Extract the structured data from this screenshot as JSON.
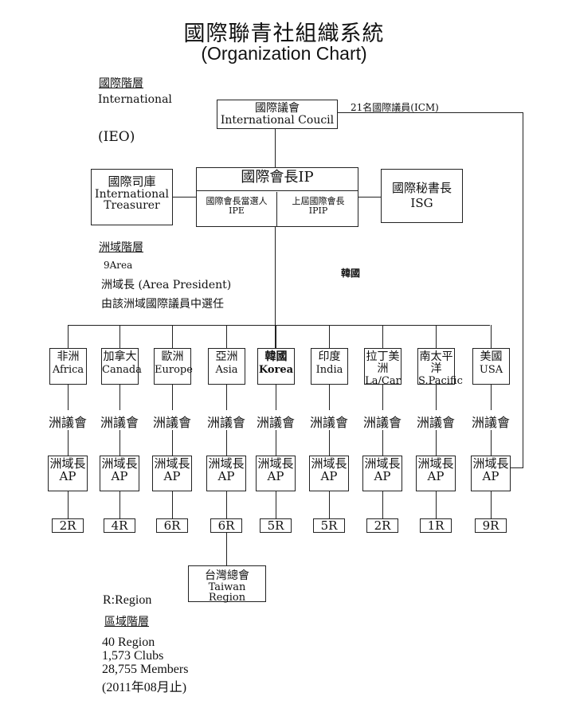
{
  "title": {
    "zh": "國際聯青社組織系統",
    "en": "(Organization Chart)"
  },
  "international_level": {
    "zh": "國際階層",
    "en": "International",
    "abbr": "(IEO)"
  },
  "icm_note": "21名國際議員(ICM)",
  "international_council": {
    "zh": "國際議會",
    "en": "International Coucil"
  },
  "ip": {
    "label": "國際會長IP",
    "ipe": {
      "zh": "國際會長當選人",
      "en": "IPE"
    },
    "ipip": {
      "zh": "上屆國際會長",
      "en": "IPIP"
    }
  },
  "treasurer": {
    "zh": "國際司庫",
    "en1": "International",
    "en2": "Treasurer"
  },
  "isg": {
    "zh": "國際秘書長",
    "en": "ISG"
  },
  "area_level": {
    "zh": "洲域階層",
    "count": "9Area",
    "president": "洲域長 (Area President)",
    "elected": "由該洲域國際議員中選任"
  },
  "korea_note": "韓國",
  "areas": [
    {
      "zh": "非洲",
      "en": "Africa",
      "regions": "2R"
    },
    {
      "zh": "加拿大",
      "en": "Canada",
      "regions": "4R"
    },
    {
      "zh": "歐洲",
      "en": "Europe",
      "regions": "6R"
    },
    {
      "zh": "亞洲",
      "en": "Asia",
      "regions": "6R"
    },
    {
      "zh": "韓國",
      "en": "Korea",
      "regions": "5R"
    },
    {
      "zh": "印度",
      "en": "India",
      "regions": "5R"
    },
    {
      "zh": "拉丁美洲",
      "en": "La/Car",
      "regions": "2R"
    },
    {
      "zh": "南太平洋",
      "en": "S.Pacific",
      "regions": "1R"
    },
    {
      "zh": "美國",
      "en": "USA",
      "regions": "9R"
    }
  ],
  "area_council_label": "洲議會",
  "ap_label": {
    "zh": "洲域長",
    "en": "AP"
  },
  "taiwan": {
    "zh": "台灣總會",
    "en": "Taiwan Region"
  },
  "region_level": {
    "legend": "R:Region",
    "zh": "區域階層",
    "regions": "40 Region",
    "clubs": "1,573 Clubs",
    "members": "28,755 Members",
    "date": "(2011年08月止)"
  }
}
